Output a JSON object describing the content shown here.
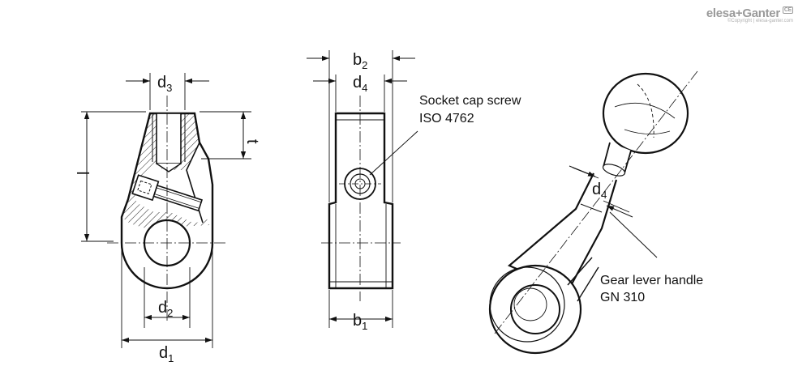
{
  "logo": {
    "brand": "elesa+Ganter",
    "copyright": "©Copyright | elesa-ganter.com",
    "mark": "CE"
  },
  "dimensions": {
    "d3": {
      "base": "d",
      "sub": "3"
    },
    "t": {
      "base": "t"
    },
    "l": {
      "base": "l"
    },
    "d2": {
      "base": "d",
      "sub": "2"
    },
    "d1": {
      "base": "d",
      "sub": "1"
    },
    "b2": {
      "base": "b",
      "sub": "2"
    },
    "d4_side": {
      "base": "d",
      "sub": "4"
    },
    "b1": {
      "base": "b",
      "sub": "1"
    },
    "d4_iso": {
      "base": "d",
      "sub": "4"
    }
  },
  "callouts": {
    "screw_line1": "Socket cap screw",
    "screw_line2": "ISO 4762",
    "handle_line1": "Gear lever handle",
    "handle_line2": "GN 310"
  }
}
